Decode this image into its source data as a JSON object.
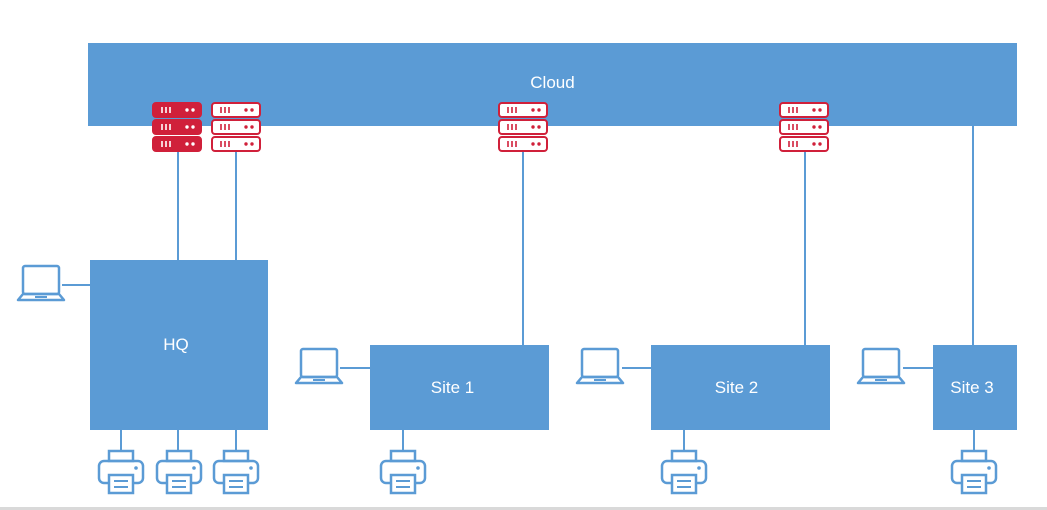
{
  "nodes": {
    "cloud": {
      "label": "Cloud"
    },
    "hq": {
      "label": "HQ"
    },
    "site1": {
      "label": "Site 1"
    },
    "site2": {
      "label": "Site 2"
    },
    "site3": {
      "label": "Site 3"
    }
  },
  "colors": {
    "box": "#5b9bd5",
    "line": "#5b9bd5",
    "server": "#d0203a",
    "icon": "#5b9bd5"
  },
  "icons": {
    "server": "server-stack-icon",
    "laptop": "laptop-icon",
    "printer": "printer-icon"
  }
}
